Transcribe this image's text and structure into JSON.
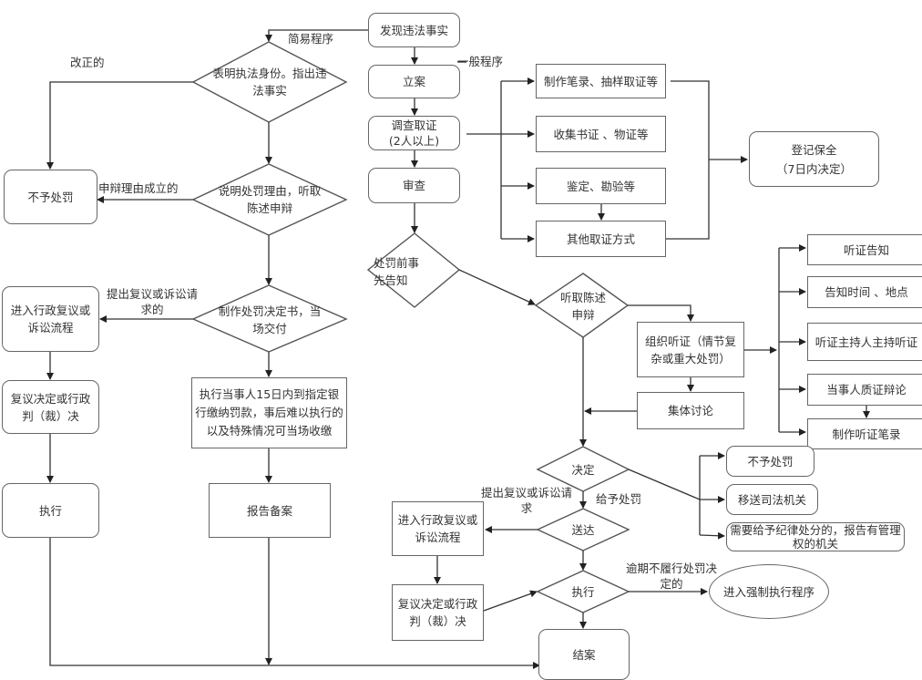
{
  "diagram": {
    "type": "flowchart",
    "nodes": {
      "discover": "发现违法事实",
      "simple_identity": "表明执法身份。指出违法事实",
      "no_penalty_left": "不予处罚",
      "explain_reason": "说明处罚理由，听取陈述申辩",
      "make_decision_onsite": "制作处罚决定书，当场交付",
      "review_litigation_left": "进入行政复议或诉讼流程",
      "review_decision_left": "复议决定或行政判（裁）决",
      "execute_left": "执行",
      "execute_fine": "执行当事人15日内到指定银行缴纳罚款，事后难以执行的以及特殊情况可当场收缴",
      "report_file": "报告备案",
      "file_case": "立案",
      "investigate": "调查取证\n(2人以上)",
      "review": "审查",
      "record_sample": "制作笔录、抽样取证等",
      "collect_evidence": "收集书证 、物证等",
      "appraise": "鉴定、勘验等",
      "other_evidence": "其他取证方式",
      "register_preserve": "登记保全\n（7日内决定）",
      "prior_notice": "处罚前事先告知",
      "hear_statement": "听取陈述申辩",
      "organize_hearing": "组织听证（情节复杂或重大处罚）",
      "collective_discussion": "集体讨论",
      "hearing_notice": "听证告知",
      "notify_time_place": "告知时间 、地点",
      "host_hearing": "听证主持人主持听证",
      "party_debate": "当事人质证辩论",
      "hearing_record": "制作听证笔录",
      "decide": "决定",
      "no_penalty_right": "不予处罚",
      "transfer_judicial": "移送司法机关",
      "discipline_report": "需要给予纪律处分的，报告有管理权的机关",
      "deliver": "送达",
      "review_litigation_right": "进入行政复议或诉讼流程",
      "review_decision_right": "复议决定或行政判（裁）决",
      "execute_right": "执行",
      "enforce": "进入强制执行程序",
      "close_case": "结案"
    },
    "edge_labels": {
      "simple_procedure": "简易程序",
      "general_procedure": "一般程序",
      "corrected": "改正的",
      "defense_valid": "申辩理由成立的",
      "appeal_left": "提出复议或诉讼请求的",
      "appeal_right": "提出复议或诉讼请求",
      "give_penalty": "给予处罚",
      "overdue": "逾期不履行处罚决定的"
    },
    "colors": {
      "line": "#333333",
      "border": "#666666",
      "text": "#333333",
      "background": "#ffffff"
    }
  }
}
